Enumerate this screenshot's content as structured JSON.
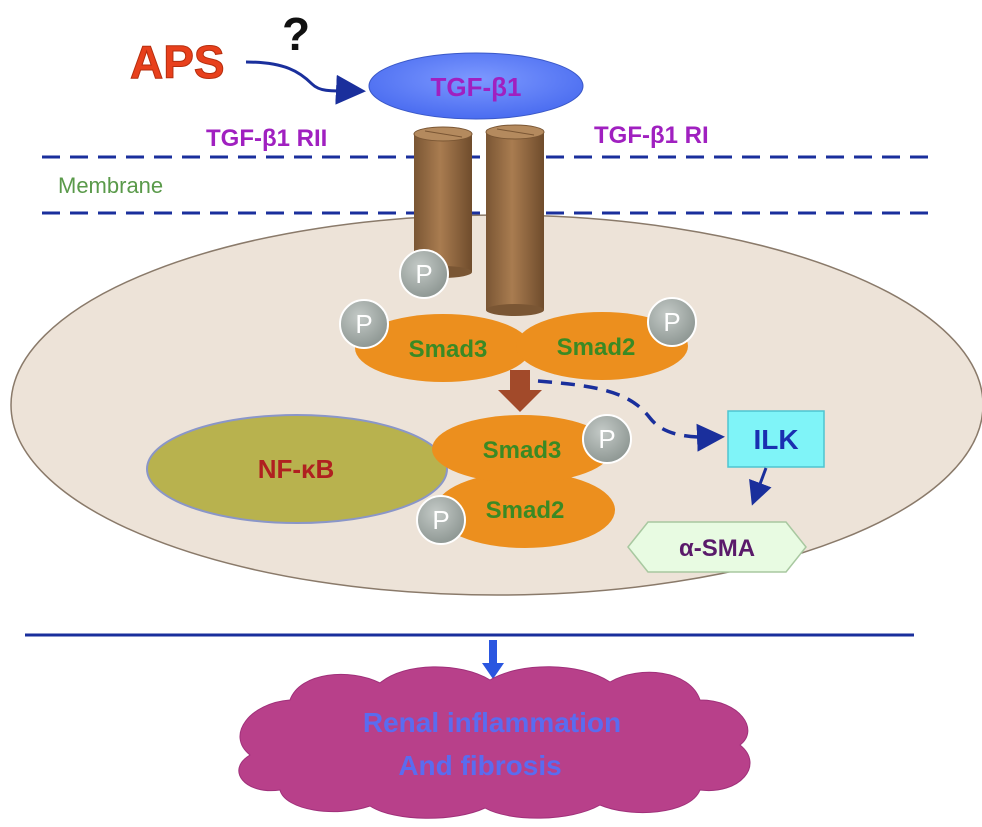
{
  "title": "",
  "nodes": {
    "aps": "APS",
    "question": "?",
    "tgf": "TGF-β1",
    "receptor_ii": "TGF-β1 RII",
    "receptor_i": "TGF-β1 RI",
    "membrane": "Membrane",
    "phospho": "P",
    "smad3": "Smad3",
    "smad2": "Smad2",
    "nfkb": "NF-κB",
    "ilk": "ILK",
    "asma": "α-SMA",
    "outcome_line1": "Renal inflammation",
    "outcome_line2": "And fibrosis"
  },
  "colors": {
    "aps": "#e8401c",
    "tgf_fill": "#5b7cf5",
    "tgf_text": "#a020c0",
    "receptor_text": "#a020c0",
    "membrane_line": "#1a2f9c",
    "membrane_text": "#5a9a4a",
    "cell_fill": "#ede3d8",
    "cell_stroke": "#8a7a6a",
    "receptor_fill": "#9b7147",
    "smad_fill": "#ec8f1e",
    "smad_text": "#3a8a24",
    "phospho_fill": "#a0a8a4",
    "nfkb_fill": "#b8b24e",
    "nfkb_text": "#b02020",
    "ilk_fill": "#7ff4f8",
    "ilk_text": "#1a2fb0",
    "asma_fill": "#e8fbe2",
    "asma_text": "#5a1a6a",
    "arrow_blue": "#1a2f9c",
    "arrow_brown": "#a24a2a",
    "outcome_fill": "#b8408a",
    "outcome_text": "#5a6cf0"
  }
}
